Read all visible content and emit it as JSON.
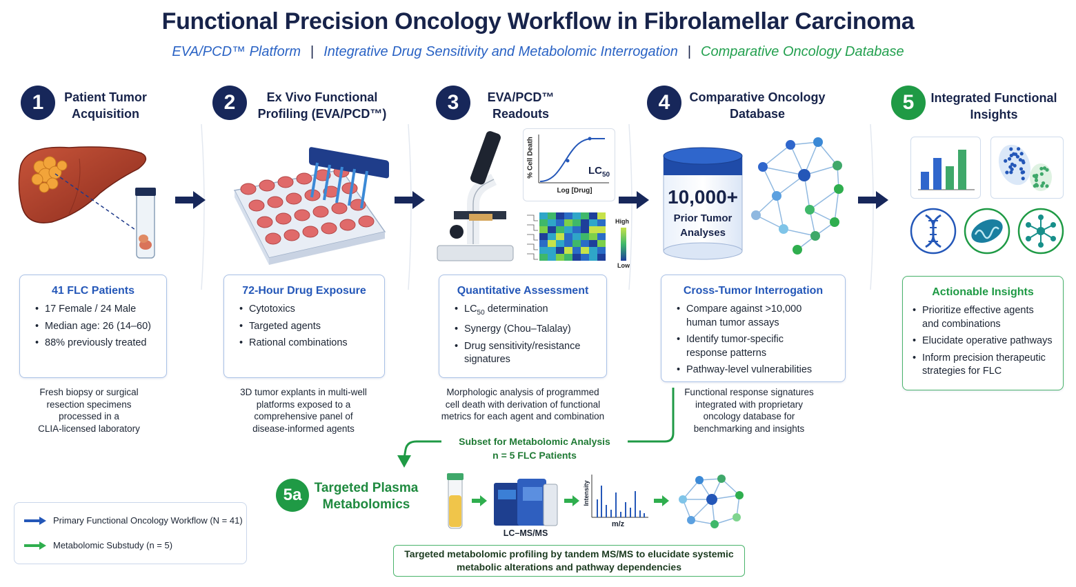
{
  "title": "Functional Precision Oncology Workflow in Fibrolamellar Carcinoma",
  "subtitle": {
    "part1": "EVA/PCD™ Platform",
    "part2": "Integrative Drug Sensitivity and Metabolomic Interrogation",
    "part3": "Comparative Oncology Database",
    "separator": "|"
  },
  "steps": [
    {
      "number": "1",
      "title_line1": "Patient Tumor",
      "title_line2": "Acquisition",
      "card_title": "41 FLC Patients",
      "bullets": [
        "17 Female / 24 Male",
        "Median age: 26 (14–60)",
        "88% previously treated"
      ],
      "caption": [
        "Fresh biopsy or surgical",
        "resection specimens",
        "processed in a",
        "CLIA-licensed laboratory"
      ]
    },
    {
      "number": "2",
      "title_line1": "Ex Vivo Functional",
      "title_line2": "Profiling (EVA/PCD™)",
      "card_title": "72-Hour Drug Exposure",
      "bullets": [
        "Cytotoxics",
        "Targeted agents",
        "Rational combinations"
      ],
      "caption": [
        "3D tumor explants in multi-well",
        "platforms exposed to a",
        "comprehensive panel of",
        "disease-informed agents"
      ]
    },
    {
      "number": "3",
      "title_line1": "EVA/PCD™",
      "title_line2": "Readouts",
      "card_title": "Quantitative Assessment",
      "bullets": [
        "LC determination",
        "Synergy (Chou–Talalay)",
        "Drug sensitivity/resistance signatures"
      ],
      "bullet1_main": "LC",
      "bullet1_sub": "50",
      "bullet1_rest": " determination",
      "bullet3_line1": "Drug sensitivity/resistance",
      "bullet3_line2": "signatures",
      "caption": [
        "Morphologic analysis of programmed",
        "cell death with derivation of functional",
        "metrics for each agent and combination"
      ],
      "curve_ylabel": "% Cell Death",
      "curve_xlabel": "Log [Drug]",
      "curve_annot": "LC",
      "curve_annot_sub": "50",
      "heatmap_high": "High",
      "heatmap_low": "Low"
    },
    {
      "number": "4",
      "title_line1": "Comparative Oncology",
      "title_line2": "Database",
      "db_count": "10,000+",
      "db_line1": "Prior Tumor",
      "db_line2": "Analyses",
      "card_title": "Cross-Tumor Interrogation",
      "bullets": [
        [
          "Compare against >10,000",
          "human tumor assays"
        ],
        [
          "Identify tumor-specific",
          "response patterns"
        ],
        [
          "Pathway-level vulnerabilities"
        ]
      ],
      "caption": [
        "Functional response signatures",
        "integrated with proprietary",
        "oncology database for",
        "benchmarking and insights"
      ]
    },
    {
      "number": "5",
      "title_line1": "Integrated Functional",
      "title_line2": "Insights",
      "card_title": "Actionable Insights",
      "bullets": [
        [
          "Prioritize effective agents",
          "and combinations"
        ],
        [
          "Elucidate operative pathways"
        ],
        [
          "Inform precision therapeutic",
          "strategies for FLC"
        ]
      ]
    }
  ],
  "substudy": {
    "label_line1": "Subset for Metabolomic Analysis",
    "label_line2": "n = 5 FLC Patients",
    "number": "5a",
    "title_line1": "Targeted Plasma",
    "title_line2": "Metabolomics",
    "instrument_label": "LC–MS/MS",
    "spectrum_ylabel": "Intensity",
    "spectrum_xlabel": "m/z",
    "box_line1": "Targeted metabolomic profiling by tandem MS/MS to elucidate systemic",
    "box_line2": "metabolic alterations and pathway dependencies"
  },
  "legend": {
    "primary": "Primary Functional Oncology Workflow (N = 41)",
    "secondary": "Metabolomic Substudy (n = 5)"
  },
  "colors": {
    "navy": "#17275a",
    "blue_text": "#2457b8",
    "green": "#1f9a45",
    "card_border": "#a9c1e6"
  }
}
